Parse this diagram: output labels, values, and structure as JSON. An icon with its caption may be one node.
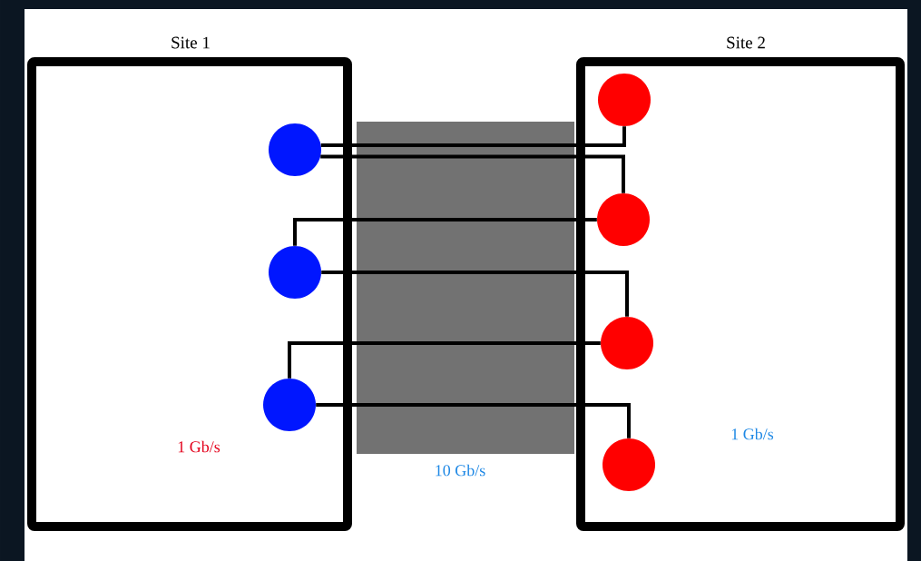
{
  "diagram": {
    "nodes": [
      {
        "text": [
          "Site 1",
          "1 Gb/s"
        ]
      },
      {
        "text": [
          "Site 2",
          "1 Gb/s"
        ]
      },
      {
        "text": [],
        "shape": "circle",
        "in": 0
      },
      {
        "text": [],
        "shape": "circle",
        "in": 0
      },
      {
        "text": [],
        "shape": "circle",
        "in": 0
      },
      {
        "text": [],
        "shape": "circle",
        "in": 1
      },
      {
        "text": [],
        "shape": "circle",
        "in": 1
      },
      {
        "text": [],
        "shape": "circle",
        "in": 1
      },
      {
        "text": [],
        "shape": "circle",
        "in": 1
      }
    ],
    "edges": [
      {
        "from": 2,
        "to": 5,
        "arrow": "none"
      },
      {
        "from": 2,
        "to": 6,
        "arrow": "none"
      },
      {
        "from": 6,
        "to": 3,
        "arrow": "none"
      },
      {
        "from": 3,
        "to": 7,
        "arrow": "none"
      },
      {
        "from": 7,
        "to": 4,
        "arrow": "none"
      },
      {
        "from": 4,
        "to": 8,
        "arrow": "none"
      }
    ],
    "labels": [
      "10 Gb/s"
    ]
  }
}
